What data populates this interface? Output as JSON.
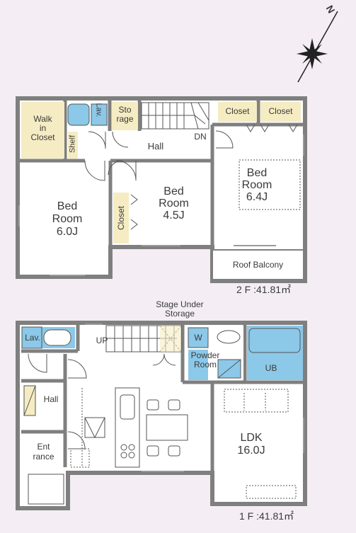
{
  "compass": {
    "letter": "N"
  },
  "floor2": {
    "area_label": "2 F :41.81㎡",
    "rooms": {
      "walk_in_closet": "Walk\nin\nCloset",
      "lav": "Lav.",
      "storage": "Sto\nrage",
      "closet_a": "Closet",
      "closet_b": "Closet",
      "shelf": "Shelf",
      "hall": "Hall",
      "dn": "DN",
      "bed_6_0": "Bed\nRoom\n6.0J",
      "bed_4_5": "Bed\nRoom\n4.5J",
      "bed_6_4": "Bed\nRoom\n6.4J",
      "closet_mid": "Closet",
      "roof_balcony": "Roof Balcony"
    }
  },
  "floor1": {
    "area_label": "1 F :41.81㎡",
    "rooms": {
      "stage_under_storage": "Stage Under\nStorage",
      "lav": "Lav.",
      "up": "UP",
      "w": "W",
      "powder_room": "Powder\nRoom",
      "ub": "UB",
      "hall": "Hall",
      "entrance": "Ent\nrance",
      "ldk": "LDK\n16.0J"
    }
  },
  "colors": {
    "background": "#f4eef4",
    "wall": "#7f7f7f",
    "closet_fill": "#f5ecc3",
    "wet_fill": "#8cc8e8",
    "compass": "#222222"
  }
}
